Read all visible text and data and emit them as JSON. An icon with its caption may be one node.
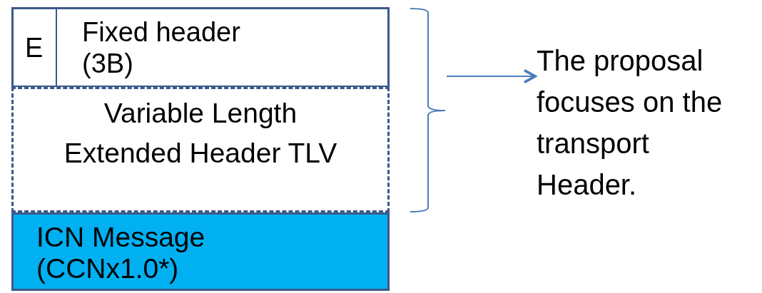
{
  "diagram": {
    "nodes": [
      {
        "text": [
          "E",
          "Fixed header (3B)"
        ]
      },
      {
        "text": [
          "Variable Length Extended Header TLV"
        ]
      },
      {
        "text": [
          "ICN Message (CCNx1.0*)"
        ]
      },
      {
        "text": [],
        "shape": "bracket"
      },
      {
        "text": [
          "The proposal focuses on the transport Header."
        ]
      }
    ],
    "edges": [
      {
        "from": 3,
        "to": 4,
        "arrow": "to"
      }
    ]
  }
}
